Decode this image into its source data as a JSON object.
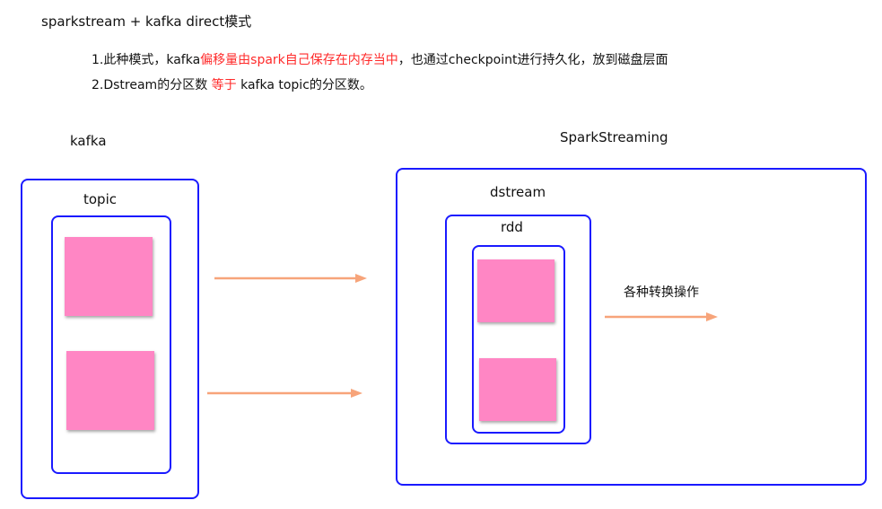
{
  "title": "sparkstream + kafka  direct模式",
  "notes": {
    "line1": {
      "prefix": "1.此种模式，kafka",
      "highlight": "偏移量由spark自己保存在内存当中",
      "suffix": "，也通过checkpoint进行持久化，放到磁盘层面"
    },
    "line2": {
      "prefix": "2.Dstream的分区数 ",
      "highlight": "等于",
      "suffix": "  kafka  topic的分区数。"
    }
  },
  "kafka": {
    "label": "kafka",
    "topic_label": "topic"
  },
  "spark": {
    "label": "SparkStreaming",
    "dstream_label": "dstream",
    "rdd_label": "rdd",
    "transform_label": "各种转换操作"
  },
  "colors": {
    "box_border": "#1a1aff",
    "partition_fill": "#ff86c4",
    "arrow": "#f7a47a",
    "highlight_text": "#ff2a2a"
  }
}
